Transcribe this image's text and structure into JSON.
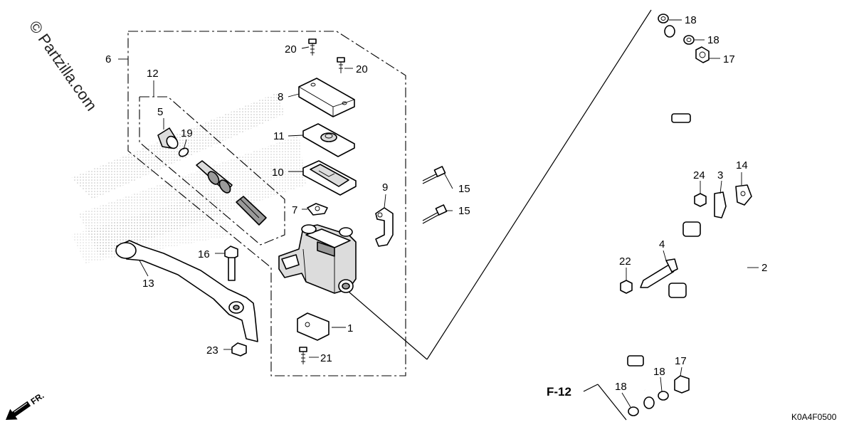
{
  "watermark": "© Partzilla.com",
  "diagram_code": "K0A4F0500",
  "reference": "F-12",
  "front_arrow_label": "FR.",
  "callouts": {
    "c1": "1",
    "c2": "2",
    "c3": "3",
    "c4": "4",
    "c5": "5",
    "c6": "6",
    "c7": "7",
    "c8": "8",
    "c9": "9",
    "c10": "10",
    "c11": "11",
    "c12": "12",
    "c13": "13",
    "c14": "14",
    "c15a": "15",
    "c15b": "15",
    "c16": "16",
    "c17a": "17",
    "c17b": "17",
    "c18a": "18",
    "c18b": "18",
    "c18c": "18",
    "c18d": "18",
    "c19": "19",
    "c20a": "20",
    "c20b": "20",
    "c21": "21",
    "c22": "22",
    "c23": "23",
    "c24": "24"
  },
  "colors": {
    "line": "#000000",
    "background": "#ffffff",
    "shade": "#dcdcdc"
  }
}
